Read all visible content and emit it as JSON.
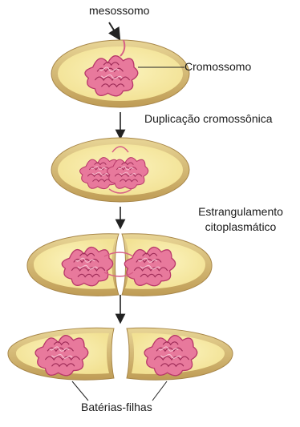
{
  "labels": {
    "mesosome": "mesossomo",
    "chromosome": "Cromossomo",
    "chromosome_duplication": "Duplicação cromossônica",
    "strangulation_line1": "Estrangulamento",
    "strangulation_line2": "citoplasmático",
    "daughter_bacteria": "Batérias-filhas"
  },
  "colors": {
    "cell_wall_outer": "#c9a85e",
    "cell_wall_light": "#e3cf8f",
    "cytoplasm": "#f7eba5",
    "chromosome": "#d75f86",
    "chromosome_light": "#f1a7bd",
    "line": "#222222"
  }
}
